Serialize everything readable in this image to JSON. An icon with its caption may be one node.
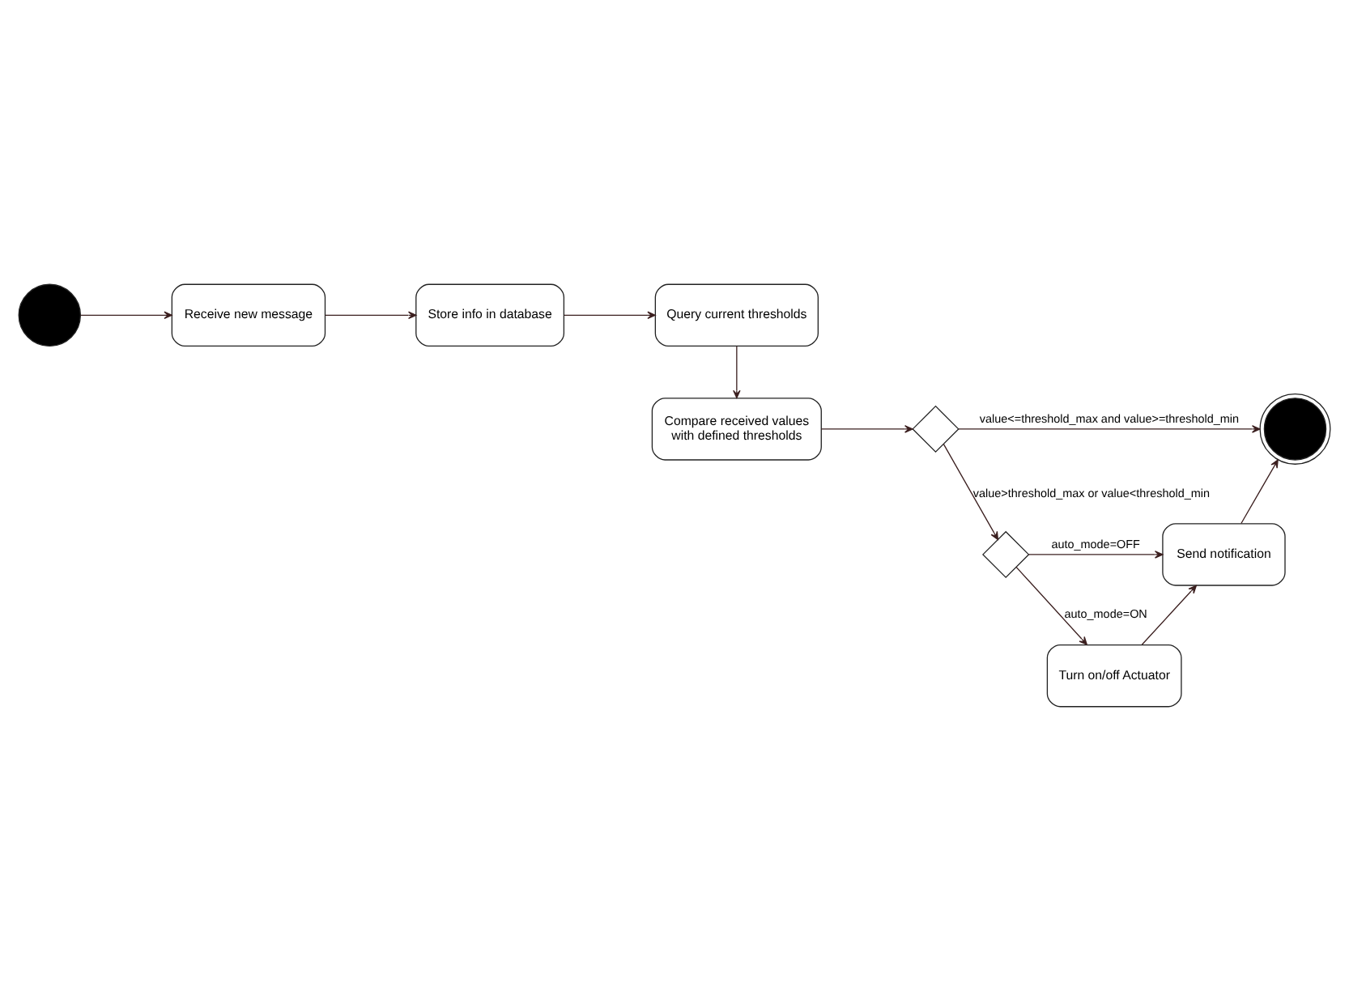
{
  "diagram": {
    "nodes": [
      {
        "text": [],
        "shape": "circle"
      },
      {
        "text": [
          "Receive new message"
        ]
      },
      {
        "text": [
          "Store info in database"
        ]
      },
      {
        "text": [
          "Query current thresholds"
        ]
      },
      {
        "text": [
          "Compare received values with defined thresholds"
        ]
      },
      {
        "text": [],
        "shape": "diamond"
      },
      {
        "text": [],
        "shape": "circle"
      },
      {
        "text": [],
        "shape": "diamond"
      },
      {
        "text": [
          "Send notification"
        ]
      },
      {
        "text": [
          "Turn on/off Actuator"
        ]
      }
    ],
    "edges": [
      {
        "from": 0,
        "to": 1,
        "arrow": "to"
      },
      {
        "from": 1,
        "to": 2,
        "arrow": "to"
      },
      {
        "from": 2,
        "to": 3,
        "arrow": "to"
      },
      {
        "from": 3,
        "to": 4,
        "arrow": "to"
      },
      {
        "from": 4,
        "to": 5,
        "arrow": "to"
      },
      {
        "from": 5,
        "to": 6,
        "arrow": "to",
        "label": "value<=threshold_max and value>=threshold_min"
      },
      {
        "from": 5,
        "to": 7,
        "arrow": "to",
        "label": "value>threshold_max or value<threshold_min"
      },
      {
        "from": 7,
        "to": 8,
        "arrow": "to",
        "label": "auto_mode=OFF"
      },
      {
        "from": 7,
        "to": 9,
        "arrow": "to",
        "label": "auto_mode=ON"
      },
      {
        "from": 9,
        "to": 8,
        "arrow": "to"
      },
      {
        "from": 8,
        "to": 6,
        "arrow": "to"
      }
    ]
  }
}
